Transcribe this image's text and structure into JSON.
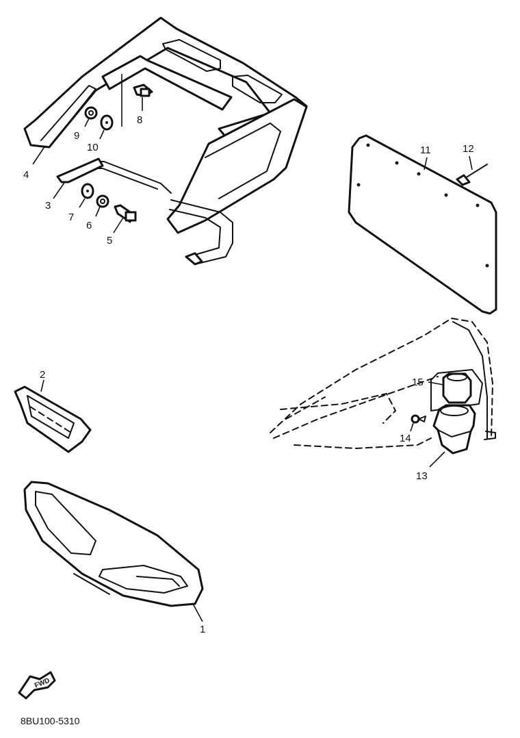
{
  "callouts": {
    "c1": "1",
    "c2": "2",
    "c3": "3",
    "c4": "4",
    "c5": "5",
    "c6": "6",
    "c7": "7",
    "c8": "8",
    "c9": "9",
    "c10": "10",
    "c11": "11",
    "c12": "12",
    "c13": "13",
    "c14": "14",
    "c15": "15"
  },
  "fwd_label": "FWD",
  "diagram_code": "8BU100-5310"
}
